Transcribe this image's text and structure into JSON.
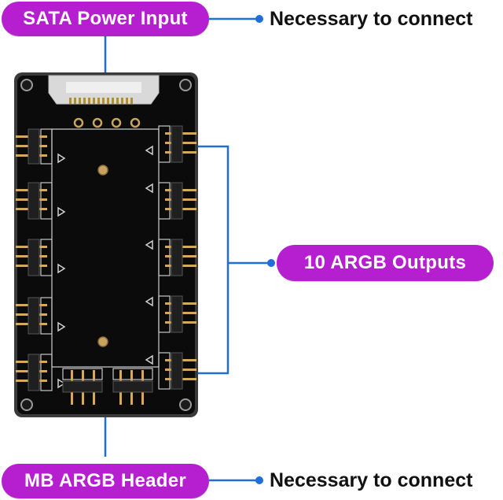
{
  "labels": {
    "sata_power": "SATA Power Input",
    "argb_outputs": "10 ARGB Outputs",
    "mb_header": "MB ARGB Header",
    "note_top": "Necessary to connect",
    "note_bottom": "Necessary to connect"
  },
  "colors": {
    "pill": "#b51fd0",
    "line": "#1e6fd8",
    "board": "#0b0b0b"
  }
}
